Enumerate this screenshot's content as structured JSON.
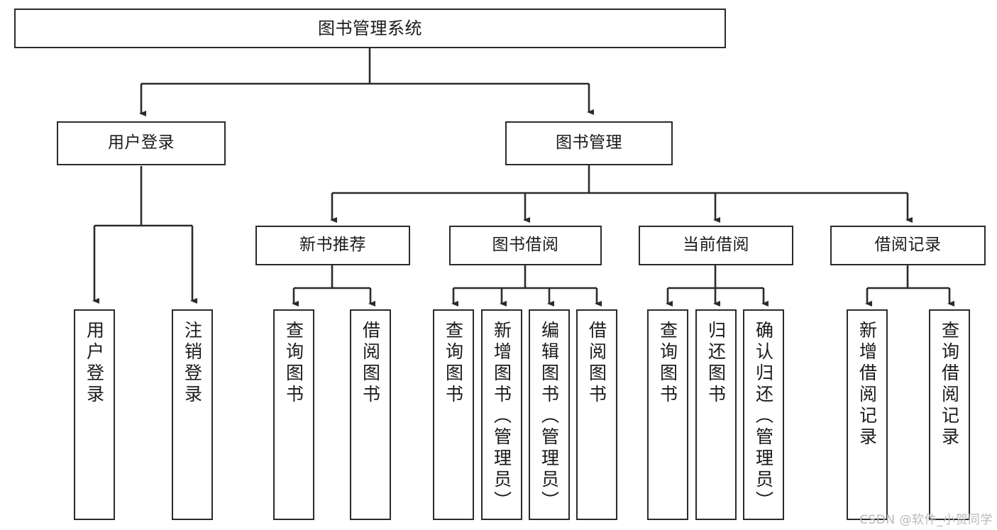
{
  "diagram": {
    "title": "图书管理系统",
    "watermark": "CSDN @软件_小贺同学",
    "line_color": "#2b2b2b",
    "box_border_color": "#2b2b2b",
    "box_fill_color": "#ffffff",
    "text_color": "#1a1a1a",
    "watermark_color": "#b9b9b9"
  },
  "nodes": {
    "root": {
      "label": "图书管理系统"
    },
    "level1": [
      {
        "label": "用户登录"
      },
      {
        "label": "图书管理"
      }
    ],
    "level2": [
      {
        "label": "新书推荐"
      },
      {
        "label": "图书借阅"
      },
      {
        "label": "当前借阅"
      },
      {
        "label": "借阅记录"
      }
    ],
    "leaves": {
      "user_login": [
        {
          "label": "用户登录"
        },
        {
          "label": "注销登录"
        }
      ],
      "new_book_recommend": [
        {
          "label": "查询图书"
        },
        {
          "label": "借阅图书"
        }
      ],
      "book_borrow": [
        {
          "label": "查询图书"
        },
        {
          "label": "新增图书（管理员）"
        },
        {
          "label": "编辑图书（管理员）"
        },
        {
          "label": "借阅图书"
        }
      ],
      "current_borrow": [
        {
          "label": "查询图书"
        },
        {
          "label": "归还图书"
        },
        {
          "label": "确认归还（管理员）"
        }
      ],
      "borrow_record": [
        {
          "label": "新增借阅记录"
        },
        {
          "label": "查询借阅记录"
        }
      ]
    }
  }
}
